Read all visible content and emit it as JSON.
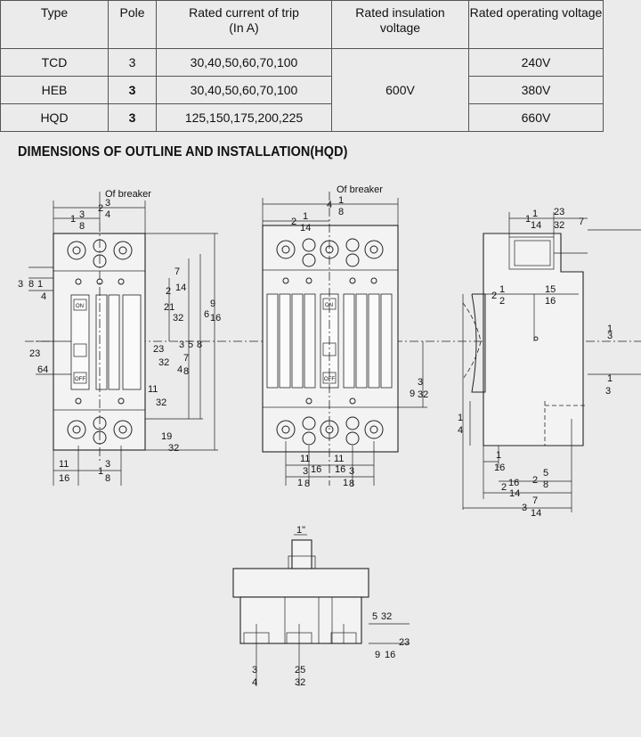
{
  "table": {
    "headers": [
      "Type",
      "Pole",
      "Rated current of trip\n(In A)",
      "Rated insulation\nvoltage",
      "Rated operating voltage"
    ],
    "rows": [
      {
        "type": "TCD",
        "pole": "3",
        "current": "30,40,50,60,70,100",
        "operating": "240V"
      },
      {
        "type": "HEB",
        "pole": "3",
        "current": "30,40,50,60,70,100",
        "operating": "380V"
      },
      {
        "type": "HQD",
        "pole": "3",
        "current": "125,150,175,200,225",
        "operating": "660V"
      }
    ],
    "insulation": "600V"
  },
  "heading": "DIMENSIONS OF OUTLINE AND INSTALLATION(HQD)",
  "drawing": {
    "of_breaker_left": "Of breaker",
    "of_breaker_middle": "Of breaker",
    "on_label": "ON",
    "off_label": "OFF",
    "inch_label": "1\""
  }
}
